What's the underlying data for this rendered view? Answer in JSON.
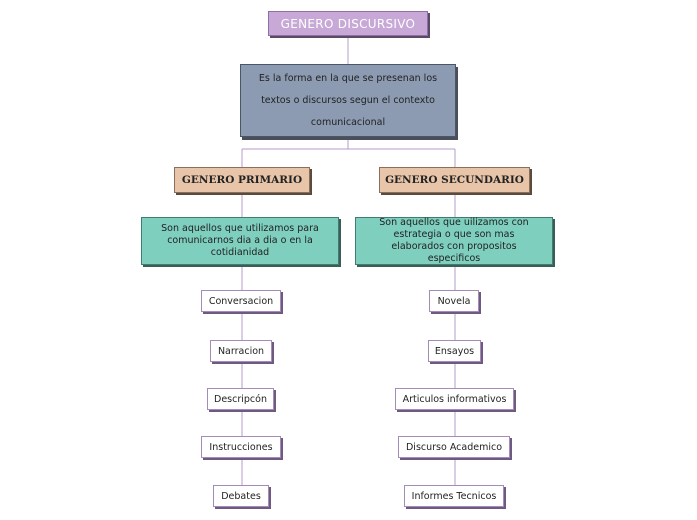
{
  "diagram": {
    "root": "GENERO DISCURSIVO",
    "definition": "Es la forma en la que se presenan los textos o discursos segun el contexto comunicacional",
    "branches": [
      {
        "title": "GENERO PRIMARIO",
        "description": "Son aquellos que utilizamos para comunicarnos dia a dia o en la cotidianidad",
        "examples": [
          "Conversacion",
          "Narracion",
          "Descripcón",
          "Instrucciones",
          "Debates"
        ]
      },
      {
        "title": "GENERO SECUNDARIO",
        "description": "Son aquellos que uilizamos con estrategia o que son mas elaborados con propositos especificos",
        "examples": [
          "Novela",
          "Ensayos",
          "Articulos informativos",
          "Discurso Academico",
          "Informes Tecnicos"
        ]
      }
    ],
    "colors": {
      "root": "#c7a8d6",
      "definition": "#8c9bb2",
      "category": "#e8c4a9",
      "description": "#7fcfbf",
      "leaf": "#ffffff",
      "connector": "#b79bc8"
    }
  }
}
